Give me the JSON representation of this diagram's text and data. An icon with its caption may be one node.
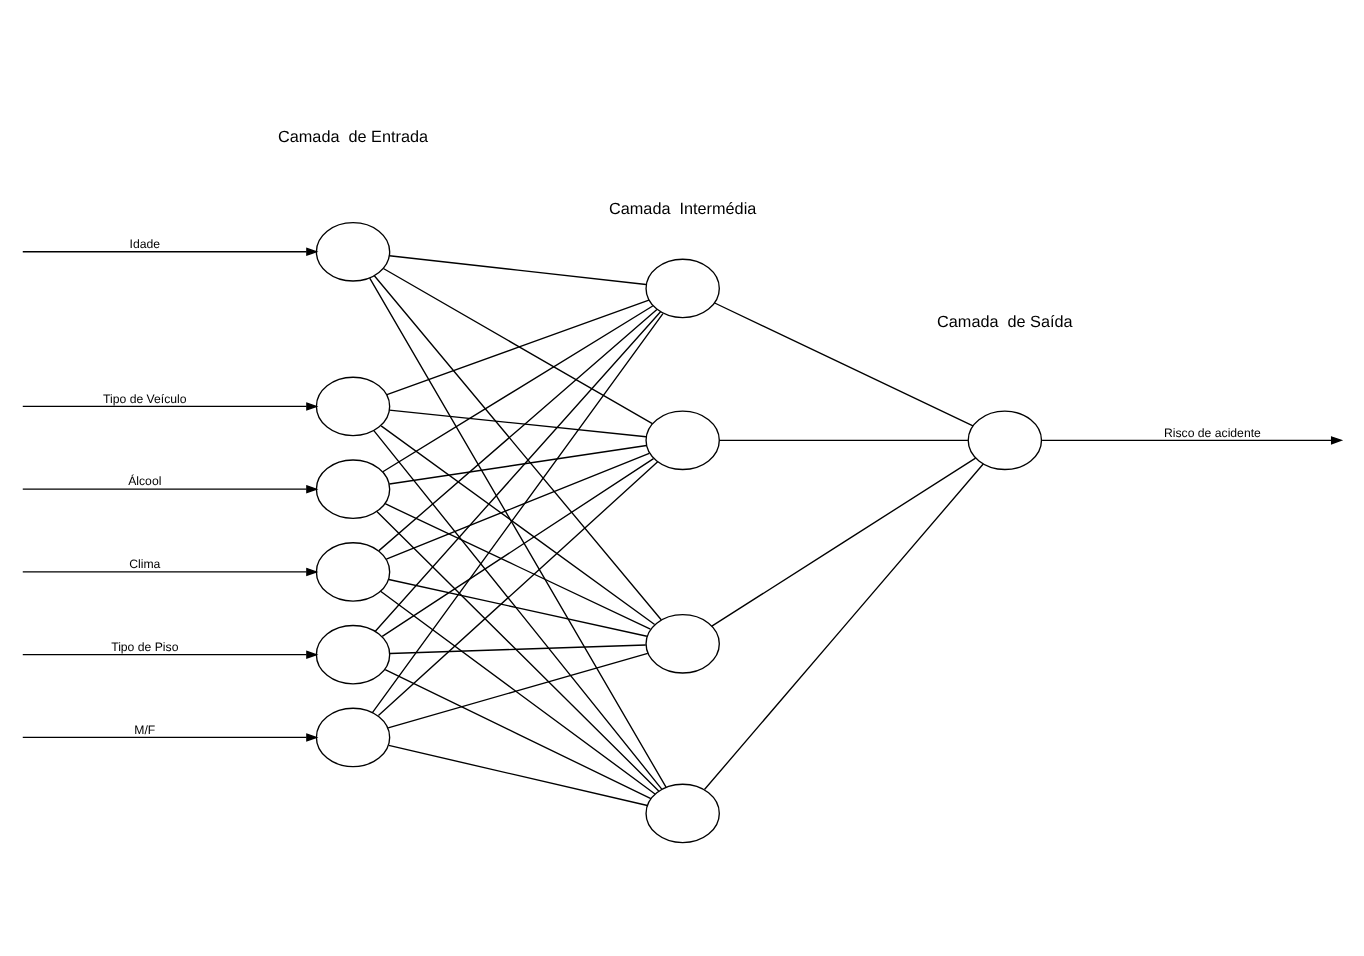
{
  "diagram": {
    "nodes": [
      {
        "text": [],
        "shape": "circle"
      },
      {
        "text": [],
        "shape": "circle"
      },
      {
        "text": [],
        "shape": "circle"
      },
      {
        "text": [],
        "shape": "circle"
      },
      {
        "text": [],
        "shape": "circle"
      },
      {
        "text": [],
        "shape": "circle"
      },
      {
        "text": [],
        "shape": "circle"
      },
      {
        "text": [],
        "shape": "circle"
      },
      {
        "text": [],
        "shape": "circle"
      },
      {
        "text": [],
        "shape": "circle"
      },
      {
        "text": [],
        "shape": "circle"
      }
    ],
    "edges": [
      {
        "from": null,
        "to": 0,
        "arrow": "to",
        "label": "M/F"
      },
      {
        "from": null,
        "to": 1,
        "arrow": "to",
        "label": "Idade"
      },
      {
        "from": null,
        "to": 2,
        "arrow": "to",
        "label": "Tipo de Veículo"
      },
      {
        "from": null,
        "to": 3,
        "arrow": "to",
        "label": "Álcool"
      },
      {
        "from": null,
        "to": 4,
        "arrow": "to",
        "label": "Clima"
      },
      {
        "from": null,
        "to": 5,
        "arrow": "to",
        "label": "Tipo de Piso"
      },
      {
        "from": 0,
        "to": 6,
        "arrow": "none"
      },
      {
        "from": 0,
        "to": 7,
        "arrow": "none"
      },
      {
        "from": 0,
        "to": 8,
        "arrow": "none"
      },
      {
        "from": 0,
        "to": 9,
        "arrow": "none"
      },
      {
        "from": 1,
        "to": 6,
        "arrow": "none"
      },
      {
        "from": 1,
        "to": 7,
        "arrow": "none"
      },
      {
        "from": 1,
        "to": 8,
        "arrow": "none"
      },
      {
        "from": 1,
        "to": 9,
        "arrow": "none"
      },
      {
        "from": 2,
        "to": 6,
        "arrow": "none"
      },
      {
        "from": 2,
        "to": 7,
        "arrow": "none"
      },
      {
        "from": 2,
        "to": 8,
        "arrow": "none"
      },
      {
        "from": 2,
        "to": 9,
        "arrow": "none"
      },
      {
        "from": 3,
        "to": 6,
        "arrow": "none"
      },
      {
        "from": 3,
        "to": 7,
        "arrow": "none"
      },
      {
        "from": 3,
        "to": 8,
        "arrow": "none"
      },
      {
        "from": 3,
        "to": 9,
        "arrow": "none"
      },
      {
        "from": 4,
        "to": 6,
        "arrow": "none"
      },
      {
        "from": 4,
        "to": 7,
        "arrow": "none"
      },
      {
        "from": 4,
        "to": 8,
        "arrow": "none"
      },
      {
        "from": 4,
        "to": 9,
        "arrow": "none"
      },
      {
        "from": 5,
        "to": 6,
        "arrow": "none"
      },
      {
        "from": 5,
        "to": 7,
        "arrow": "none"
      },
      {
        "from": 5,
        "to": 8,
        "arrow": "none"
      },
      {
        "from": 5,
        "to": 9,
        "arrow": "none"
      },
      {
        "from": 6,
        "to": 10,
        "arrow": "none"
      },
      {
        "from": 7,
        "to": 10,
        "arrow": "none"
      },
      {
        "from": 8,
        "to": 10,
        "arrow": "none"
      },
      {
        "from": 9,
        "to": 10,
        "arrow": "none"
      },
      {
        "from": 10,
        "to": null,
        "arrow": "to",
        "label": "Risco de acidente"
      }
    ],
    "labels": [
      "Camada  de Entrada",
      "Camada  Intermédia",
      "Camada  de Saída"
    ]
  }
}
